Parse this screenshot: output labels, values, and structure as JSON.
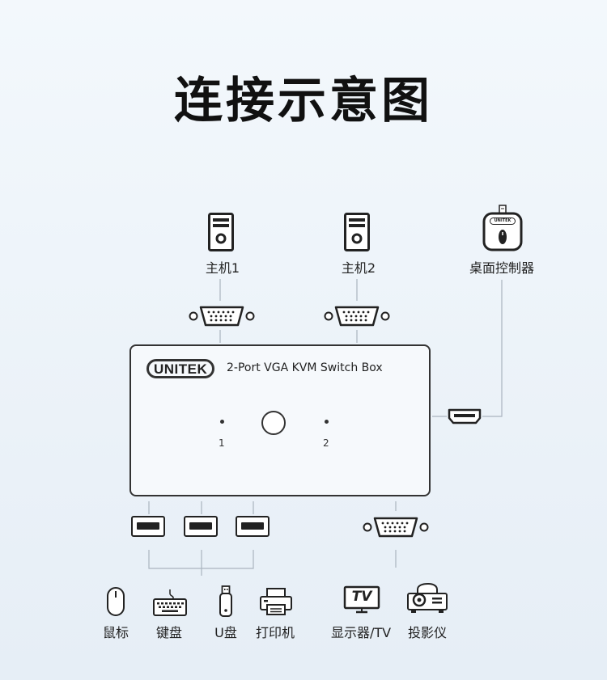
{
  "title": "连接示意图",
  "devices_top": {
    "host1": "主机1",
    "host2": "主机2",
    "controller": "桌面控制器",
    "controller_logo": "UNITEK"
  },
  "switch_box": {
    "brand": "UNITEK",
    "model": "2-Port VGA KVM Switch Box",
    "led1": "1",
    "led2": "2"
  },
  "tv_icon_text": "TV",
  "peripherals": {
    "mouse": "鼠标",
    "keyboard": "键盘",
    "udisk": "U盘",
    "printer": "打印机",
    "display": "显示器/TV",
    "projector": "投影仪"
  },
  "colors": {
    "line": "#aab4bf",
    "stroke": "#333333",
    "background": "#eef4f9"
  }
}
